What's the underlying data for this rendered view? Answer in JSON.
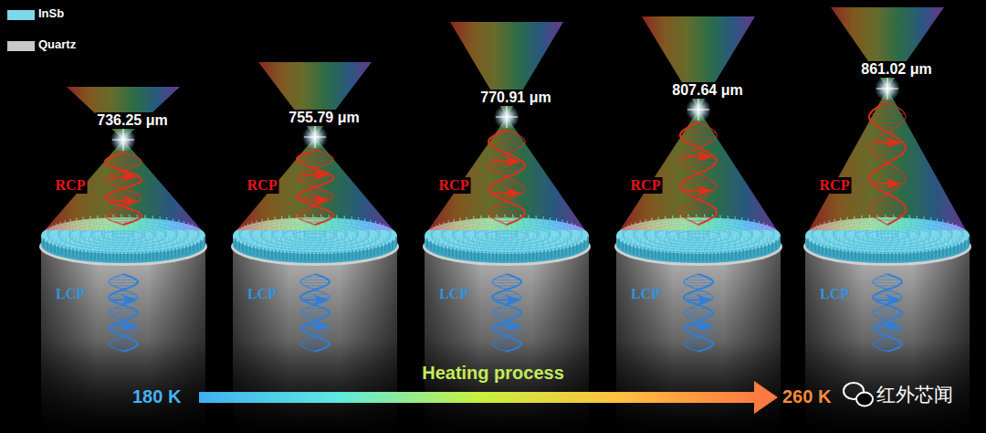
{
  "diagram": {
    "labels": [
      "736.25 μm",
      "RCP",
      "LCP",
      "755.79 μm",
      "RCP",
      "LCP",
      "770.91 μm",
      "RCP",
      "LCP",
      "807.64 μm",
      "RCP",
      "LCP",
      "861.02 μm",
      "RCP",
      "LCP",
      "Heating process",
      "180 K",
      "260 K",
      "红外芯闻"
    ],
    "legend": [
      {
        "text": "InSb",
        "color": "#7fd8ea"
      },
      {
        "text": "Quartz",
        "color": "#c8c8c8"
      }
    ]
  }
}
